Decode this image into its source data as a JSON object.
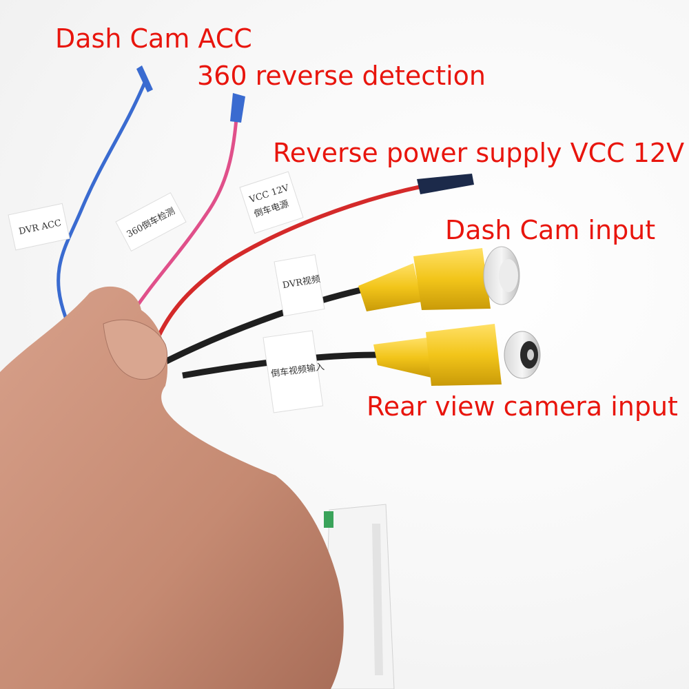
{
  "captions": {
    "dash_cam_acc": "Dash Cam ACC",
    "reverse_detection_360": "360 reverse detection",
    "reverse_power": "Reverse power supply VCC 12V",
    "dash_cam_input": "Dash Cam input",
    "rear_view_input": "Rear view camera input"
  },
  "wire_tags": {
    "dvr_acc": "DVR ACC",
    "reverse_detect_cn": "360倒车检测",
    "vcc_line1": "VCC 12V",
    "vcc_line2": "倒车电源",
    "dvr_video_cn": "DVR视频",
    "reverse_video_cn": "倒车视频输入"
  },
  "colors": {
    "caption": "#e8150d",
    "wire_blue": "#3a6bd0",
    "wire_pink": "#e0508a",
    "wire_red": "#d42a2a",
    "wire_black": "#1f1f1f",
    "rca_yellow": "#f2c51a",
    "skin": "#c98f78"
  }
}
